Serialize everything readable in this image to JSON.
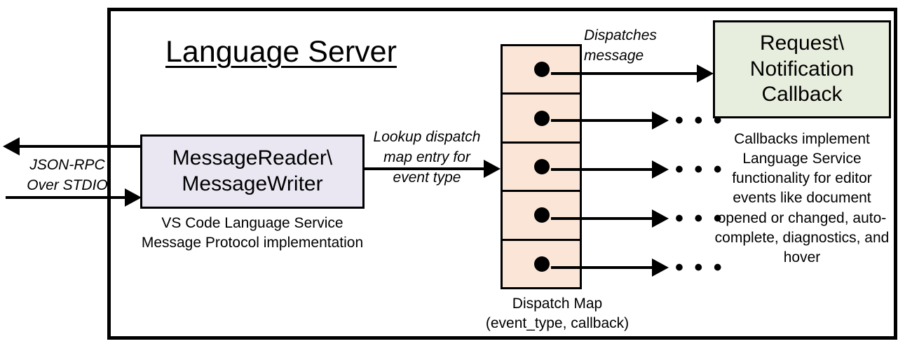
{
  "diagram": {
    "title": "Language Server",
    "boundary_name": "Language Server boundary"
  },
  "message_node": {
    "label": "MessageReader\\\nMessageWriter",
    "line1": "MessageReader\\",
    "line2": "MessageWriter",
    "caption_line1": "VS Code Language Service",
    "caption_line2": "Message Protocol implementation",
    "fill_color": "#EAE7F2"
  },
  "dispatch_map": {
    "caption_line1": "Dispatch Map",
    "caption_line2": "(event_type, callback)",
    "fill_color": "#FBE5D6",
    "row_count": 5,
    "rows": [
      {
        "name": "dispatch-row-1",
        "has_dot": true,
        "target": "Request\\Notification Callback"
      },
      {
        "name": "dispatch-row-2",
        "has_dot": true,
        "target": "..."
      },
      {
        "name": "dispatch-row-3",
        "has_dot": true,
        "target": "..."
      },
      {
        "name": "dispatch-row-4",
        "has_dot": true,
        "target": "..."
      },
      {
        "name": "dispatch-row-5",
        "has_dot": true,
        "target": "..."
      }
    ],
    "ellipsis": "• • •"
  },
  "callback_node": {
    "line1": "Request\\",
    "line2": "Notification",
    "line3": "Callback",
    "fill_color": "#E8EEDD",
    "caption": "Callbacks implement Language Service functionality for editor events like document opened or changed, auto-complete, diagnostics, and hover"
  },
  "annotations": {
    "jsonrpc_line1": "JSON-RPC",
    "jsonrpc_line2": "Over STDIO",
    "lookup_line1": "Lookup dispatch",
    "lookup_line2": "map entry for",
    "lookup_line3": "event type",
    "dispatches_line1": "Dispatches",
    "dispatches_line2": "message"
  }
}
